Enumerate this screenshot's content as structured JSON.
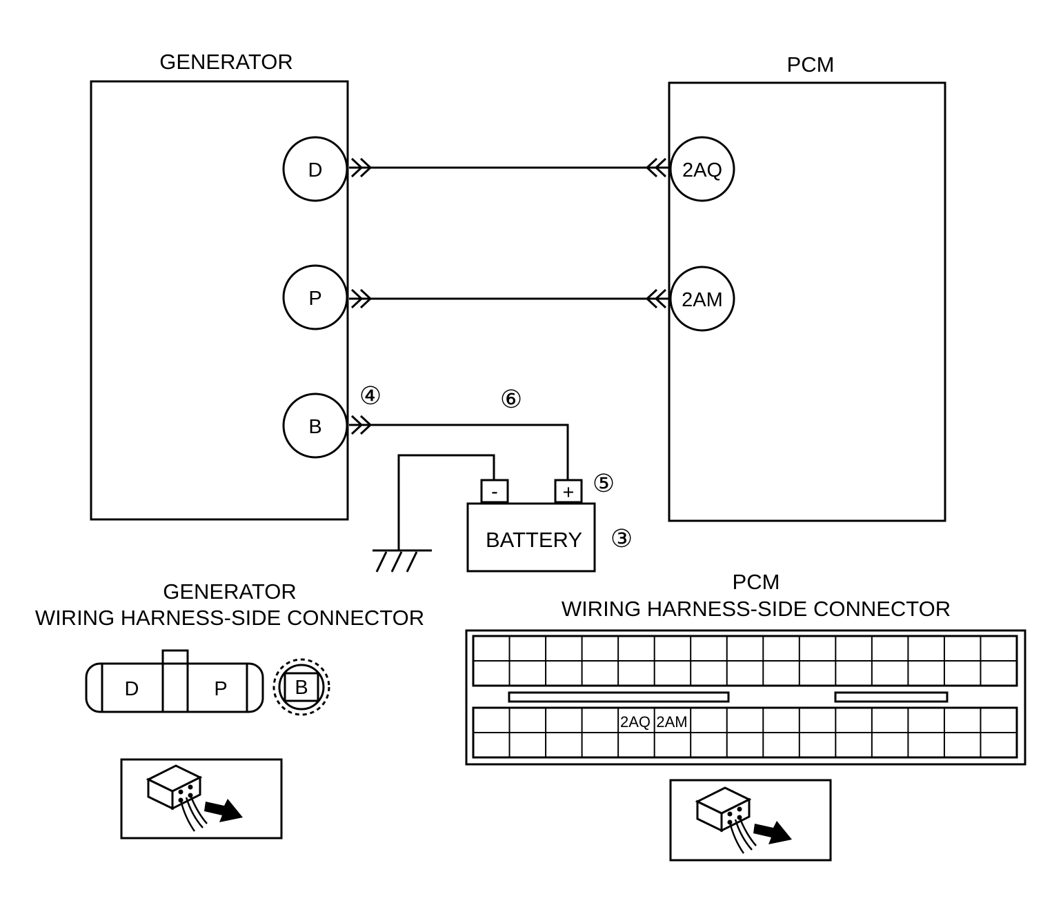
{
  "generator": {
    "title": "GENERATOR",
    "pins": {
      "d": "D",
      "p": "P",
      "b": "B"
    }
  },
  "pcm": {
    "title": "PCM",
    "pins": {
      "aq": "2AQ",
      "am": "2AM"
    }
  },
  "battery": {
    "label": "BATTERY",
    "neg": "-",
    "pos": "+"
  },
  "callouts": {
    "c3": "③",
    "c4": "④",
    "c5": "⑤",
    "c6": "⑥"
  },
  "gen_connector": {
    "title": "GENERATOR",
    "subtitle": "WIRING HARNESS-SIDE CONNECTOR",
    "pins": {
      "d": "D",
      "p": "P",
      "b": "B"
    }
  },
  "pcm_connector": {
    "title": "PCM",
    "subtitle": "WIRING HARNESS-SIDE CONNECTOR",
    "pins": {
      "aq": "2AQ",
      "am": "2AM"
    }
  },
  "icons": [
    "ground-icon",
    "connector-view-icon"
  ]
}
